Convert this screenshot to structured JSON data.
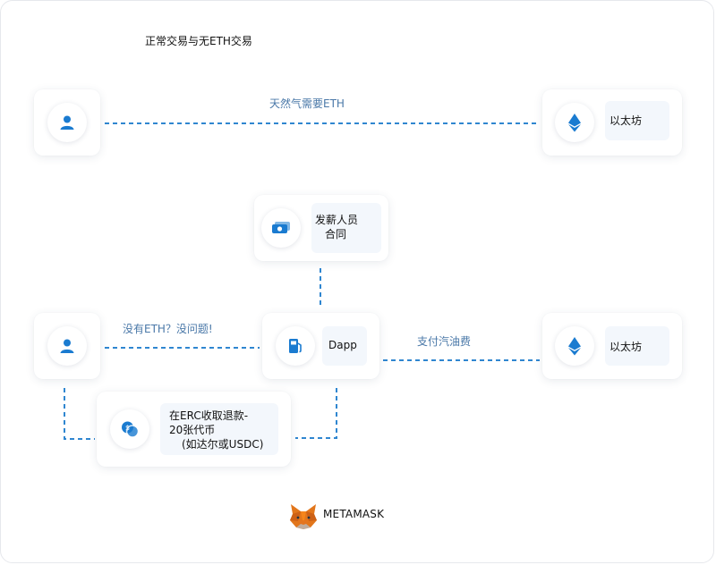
{
  "title": "正常交易与无ETH交易",
  "nodes": {
    "ethereum_top": {
      "label": "以太坊",
      "icon": "ethereum-icon"
    },
    "ethereum_mid": {
      "label": "以太坊",
      "icon": "ethereum-icon"
    },
    "user_top": {
      "icon": "user-icon"
    },
    "user_mid": {
      "icon": "user-icon"
    },
    "payroll": {
      "label_line1": "发薪人员",
      "label_line2": "合同",
      "icon": "money-icon"
    },
    "dapp": {
      "label": "Dapp",
      "icon": "gas-pump-icon"
    },
    "refund": {
      "label_line1": "在ERC收取退款-",
      "label_line2": "20张代币",
      "label_line3": "(如达尔或USDC)",
      "icon": "coins-icon"
    }
  },
  "edges": {
    "gas_required": "天然气需要ETH",
    "no_eth": "没有ETH？没问题!",
    "pay_gas": "支付汽油费"
  },
  "brand": {
    "name": "METAMASK",
    "icon": "metamask-fox-icon"
  },
  "colors": {
    "accent": "#1a7bd0",
    "line": "#2f86d0",
    "edge_label": "#4a78a8"
  }
}
